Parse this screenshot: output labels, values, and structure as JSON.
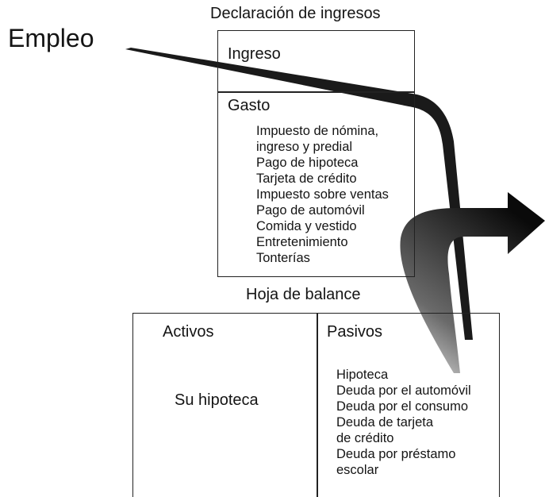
{
  "income_statement": {
    "title": "Declaración de ingresos",
    "income_label": "Ingreso",
    "expense_label": "Gasto",
    "expense_items": [
      "Impuesto de nómina,",
      "ingreso y predial",
      "Pago de hipoteca",
      "Tarjeta de crédito",
      "Impuesto sobre ventas",
      "Pago de automóvil",
      "Comida y vestido",
      "Entretenimiento",
      "Tonterías"
    ]
  },
  "employment_label": "Empleo",
  "balance_sheet": {
    "title": "Hoja de balance",
    "assets_label": "Activos",
    "assets_item": "Su hipoteca",
    "liabilities_label": "Pasivos",
    "liabilities_items": [
      "Hipoteca",
      "Deuda por el automóvil",
      "Deuda por el consumo",
      "Deuda de tarjeta",
      "de crédito",
      "Deuda por préstamo",
      "escolar"
    ]
  },
  "colors": {
    "arrow_dark": "#111111",
    "arrow_fade": "#e6e6e6",
    "line": "#222222"
  }
}
